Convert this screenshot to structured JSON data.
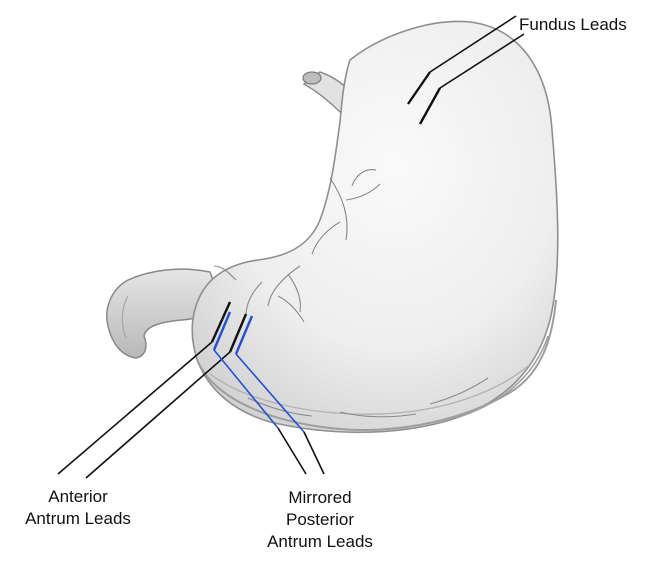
{
  "diagram": {
    "subject": "stomach",
    "labels": {
      "fundus": [
        "Fundus Leads"
      ],
      "anterior": [
        "Anterior",
        "Antrum Leads"
      ],
      "posterior": [
        "Mirrored",
        "Posterior",
        "Antrum Leads"
      ]
    }
  },
  "colors": {
    "lead_black": "#111111",
    "lead_blue": "#2050d8",
    "stomach_fill": "#f1f1f1",
    "stomach_shadow": "#c9c9c9",
    "vessel": "#8a8a8a"
  }
}
